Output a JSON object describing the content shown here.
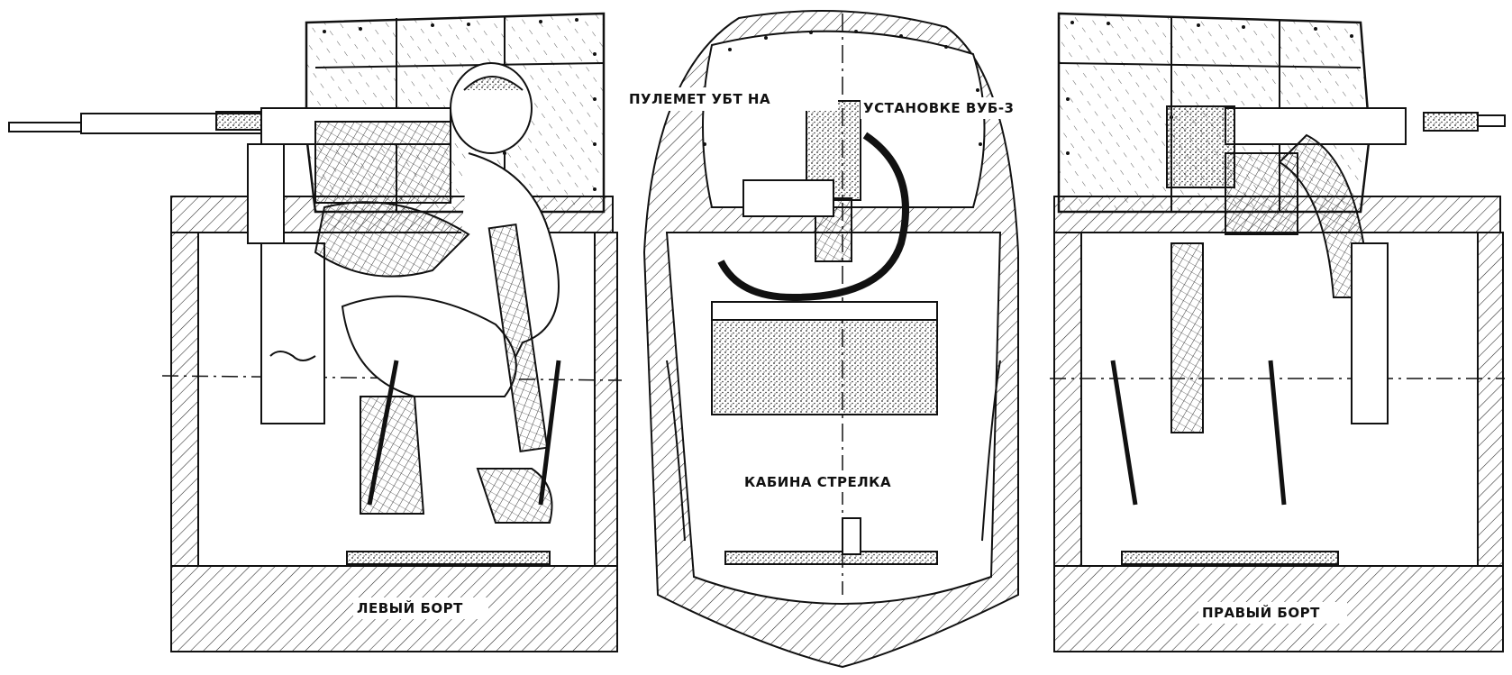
{
  "labels": {
    "gun_title_left": "ПУЛЕМЕТ УБТ НА",
    "gun_title_right": "УСТАНОВКЕ ВУБ-3",
    "cabin": "КАБИНА СТРЕЛКА",
    "left_side": "ЛЕВЫЙ БОРТ",
    "right_side": "ПРАВЫЙ БОРТ"
  },
  "colors": {
    "ink": "#111111",
    "paper": "#ffffff"
  },
  "icons": {
    "gunner": "seated-gunner-figure",
    "machine_gun": "machine-gun-icon",
    "ammo_box": "ammunition-box-icon"
  }
}
